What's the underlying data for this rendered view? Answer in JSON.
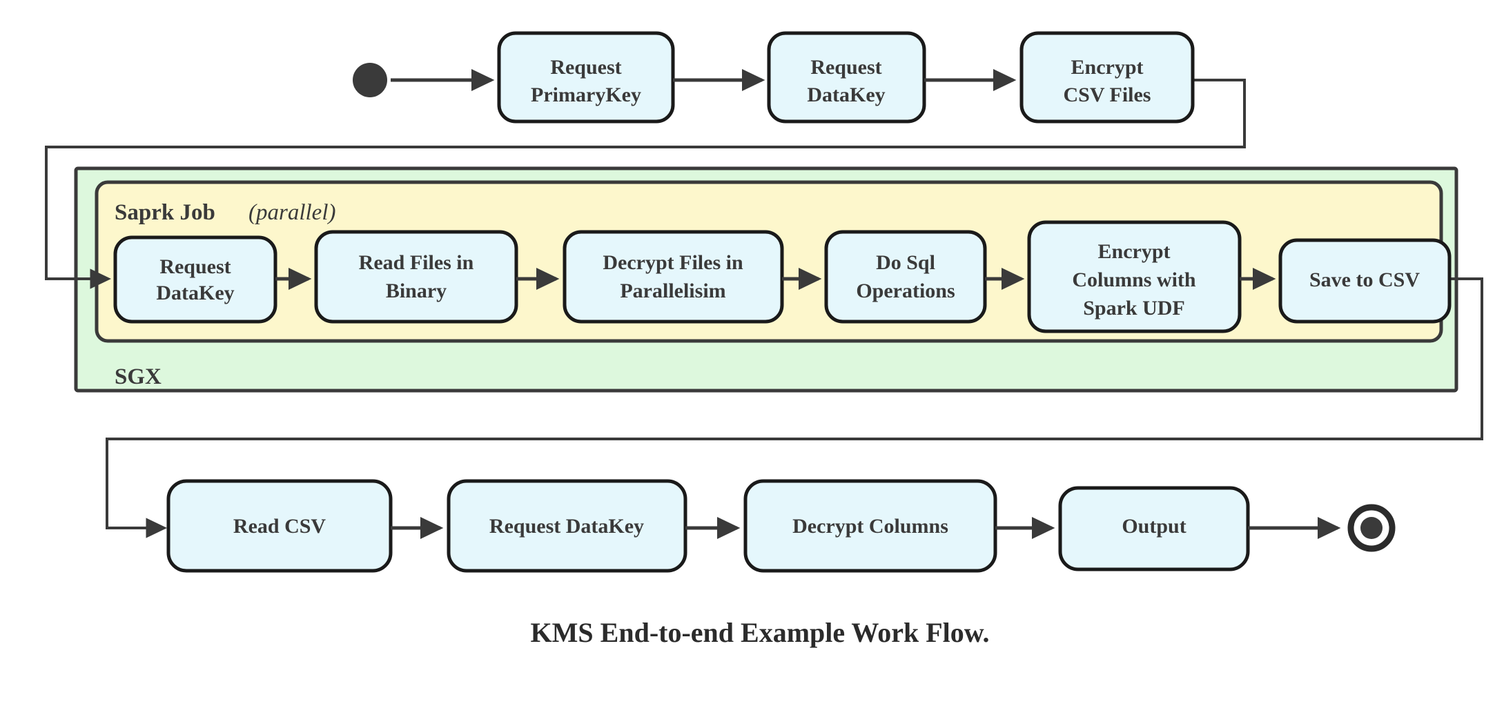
{
  "diagram": {
    "caption": "KMS End-to-end Example Work Flow.",
    "colors": {
      "node_fill": "#e5f7fc",
      "node_stroke": "#1a1a1a",
      "sgx_fill": "#ddf8dd",
      "spark_fill": "#fdf7cc",
      "container_stroke": "#3a3a3a",
      "edge": "#3a3a3a",
      "text": "#3a3a3a"
    },
    "start_node": {
      "name": "start-state",
      "shape": "filled-circle"
    },
    "end_node": {
      "name": "end-state",
      "shape": "ringed-filled-circle"
    },
    "containers": [
      {
        "id": "sgx",
        "label": "SGX",
        "label_position": "bottom-left",
        "fill": "#ddf8dd"
      },
      {
        "id": "spark",
        "label": "Saprk Job",
        "label_suffix": "(parallel)",
        "label_position": "top-left",
        "fill": "#fdf7cc"
      }
    ],
    "rows": [
      {
        "id": "row-top",
        "nodes": [
          {
            "id": "request-primarykey",
            "lines": [
              "Request",
              "PrimaryKey"
            ]
          },
          {
            "id": "request-datakey-top",
            "lines": [
              "Request",
              "DataKey"
            ]
          },
          {
            "id": "encrypt-csv-files",
            "lines": [
              "Encrypt",
              "CSV Files"
            ]
          }
        ]
      },
      {
        "id": "row-spark",
        "nodes": [
          {
            "id": "request-datakey-spark",
            "lines": [
              "Request",
              "DataKey"
            ]
          },
          {
            "id": "read-files-binary",
            "lines": [
              "Read Files in",
              "Binary"
            ]
          },
          {
            "id": "decrypt-files-parallel",
            "lines": [
              "Decrypt Files in",
              "Parallelisim"
            ]
          },
          {
            "id": "do-sql-operations",
            "lines": [
              "Do Sql",
              "Operations"
            ]
          },
          {
            "id": "encrypt-columns-udf",
            "lines": [
              "Encrypt",
              "Columns with",
              "Spark UDF"
            ]
          },
          {
            "id": "save-to-csv",
            "lines": [
              "Save to CSV"
            ]
          }
        ]
      },
      {
        "id": "row-bottom",
        "nodes": [
          {
            "id": "read-csv",
            "lines": [
              "Read CSV"
            ]
          },
          {
            "id": "request-datakey-bottom",
            "lines": [
              "Request DataKey"
            ]
          },
          {
            "id": "decrypt-columns",
            "lines": [
              "Decrypt Columns"
            ]
          },
          {
            "id": "output",
            "lines": [
              "Output"
            ]
          }
        ]
      }
    ]
  }
}
